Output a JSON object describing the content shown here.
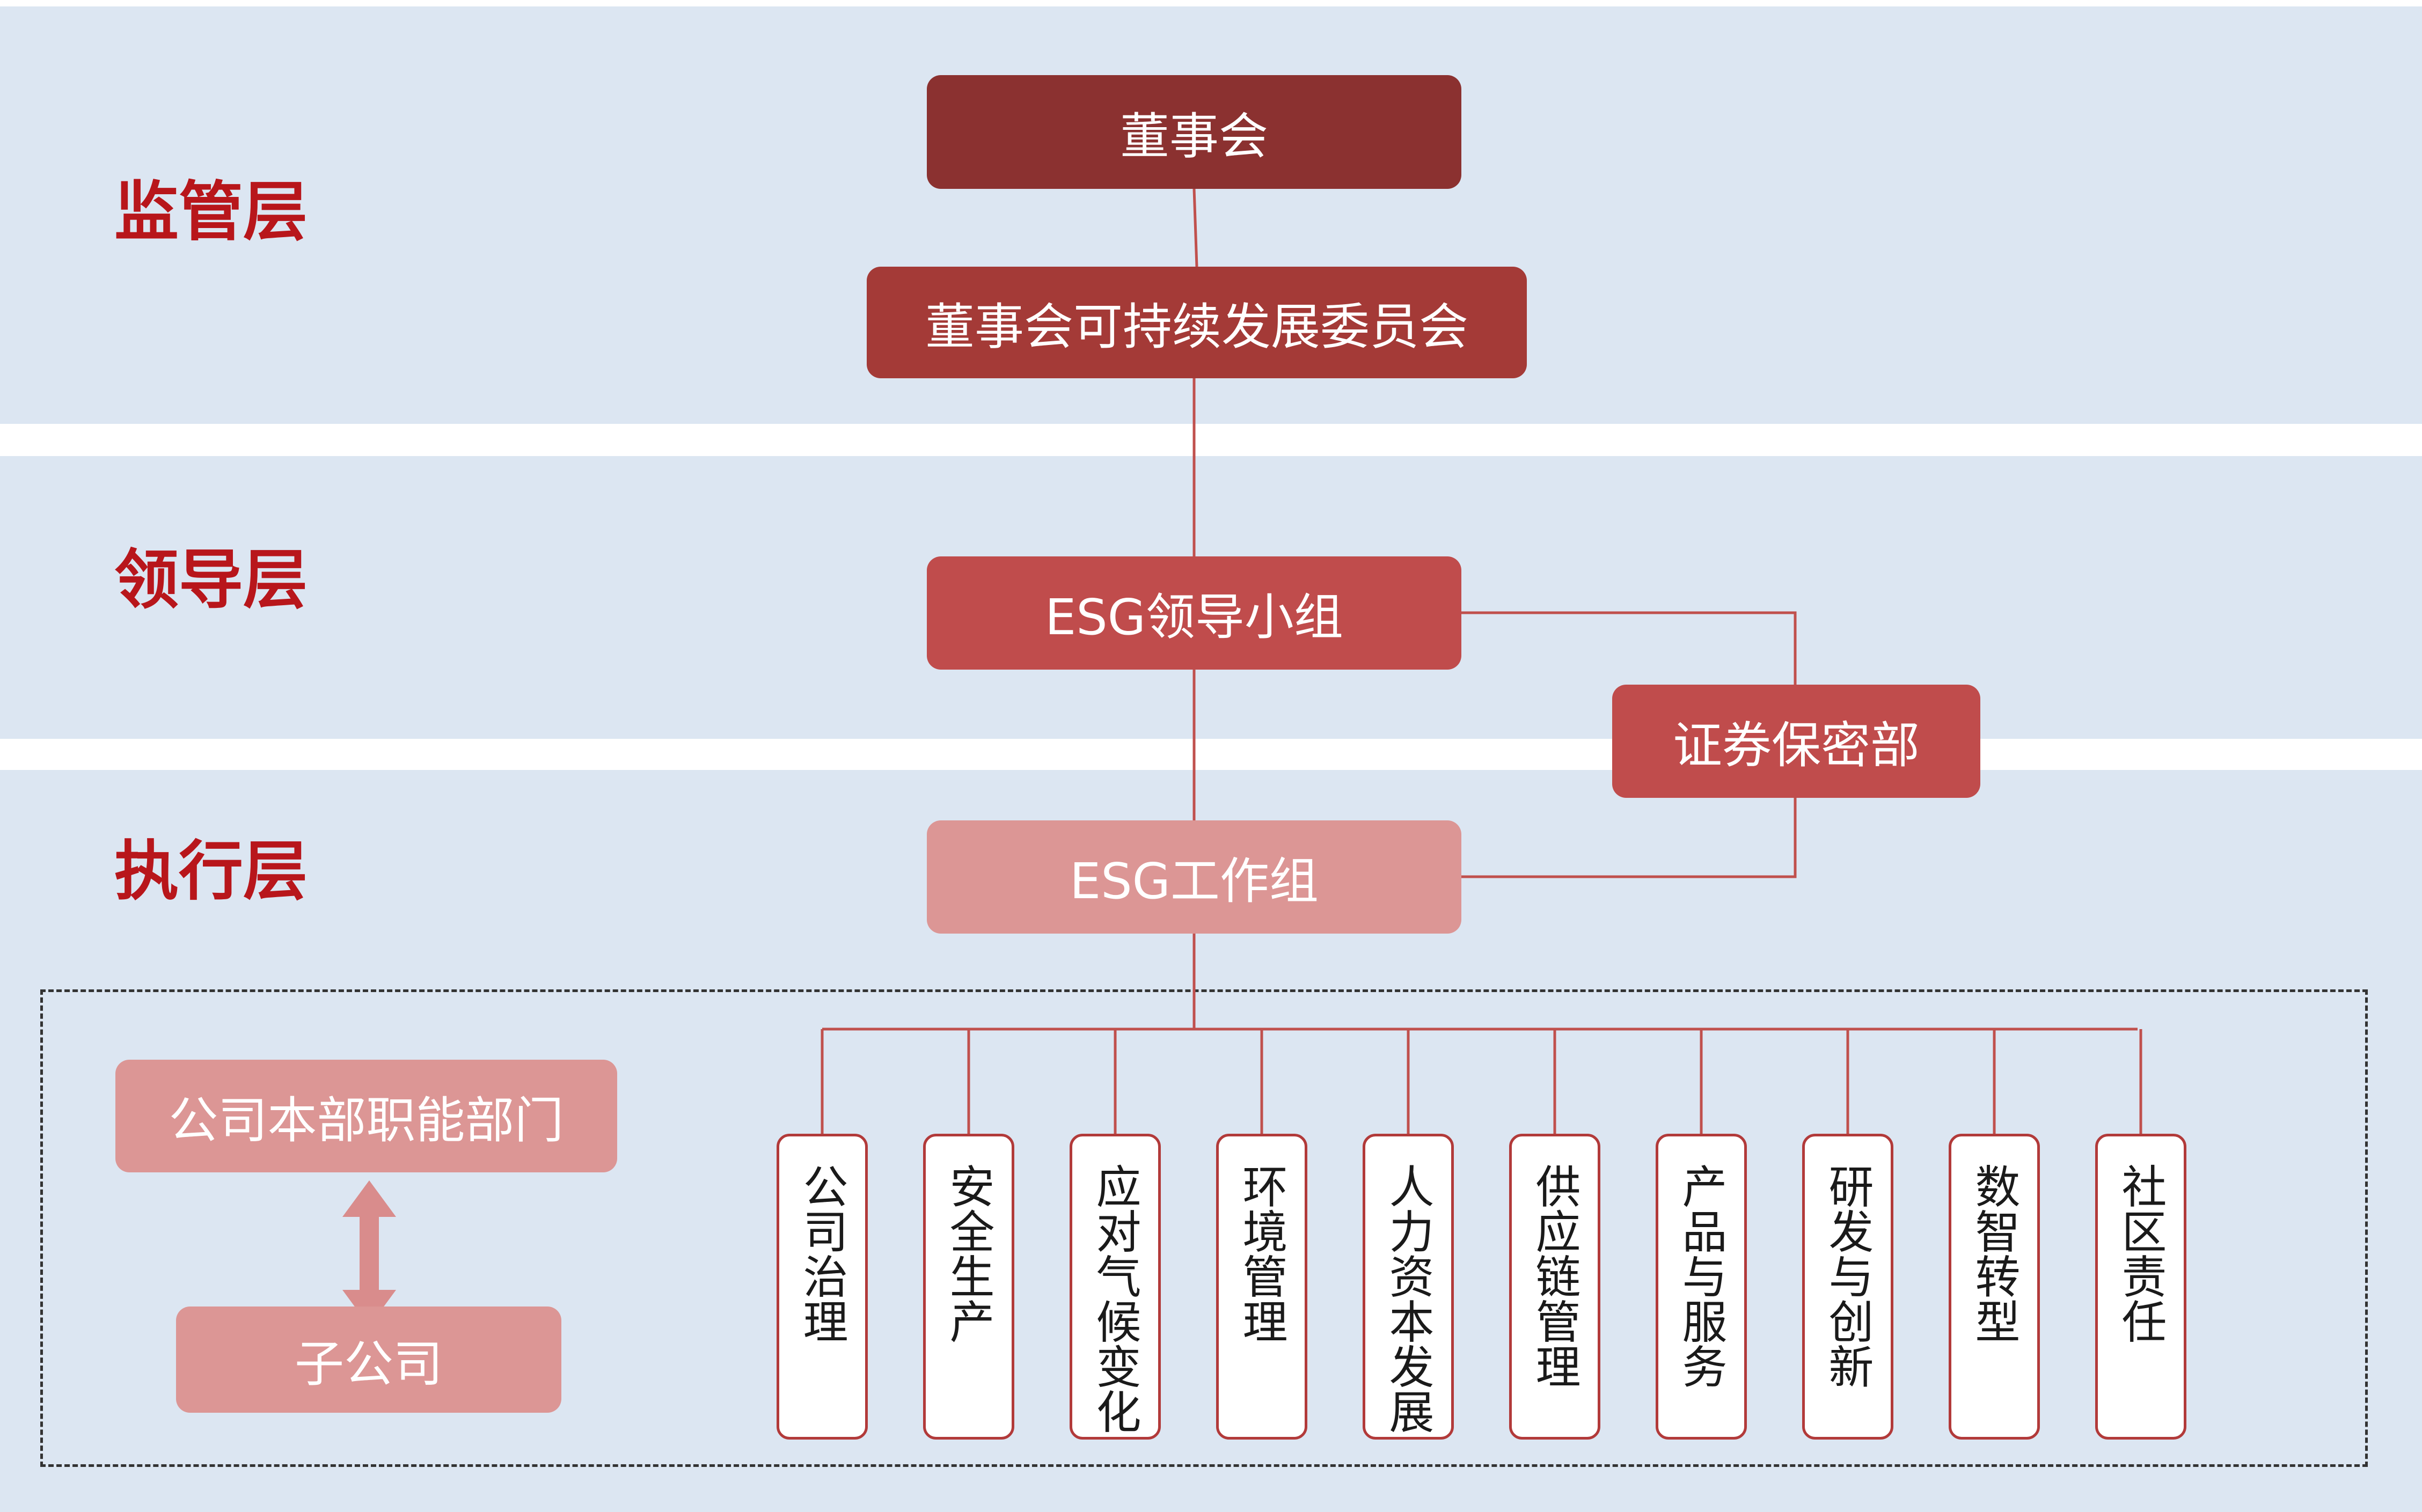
{
  "tiers": {
    "supervision": "监管层",
    "leadership": "领导层",
    "execution": "执行层"
  },
  "nodes": {
    "board": "董事会",
    "sustainability_committee": "董事会可持续发展委员会",
    "esg_leading_group": "ESG领导小组",
    "securities_dept": "证券保密部",
    "esg_working_group": "ESG工作组",
    "hq_departments": "公司本部职能部门",
    "subsidiaries": "子公司"
  },
  "departments": [
    "公司治理",
    "安全生产",
    "应对气候变化",
    "环境管理",
    "人力资本发展",
    "供应链管理",
    "产品与服务",
    "研发与创新",
    "数智转型",
    "社区责任"
  ],
  "colors": {
    "background_band": "#dce6f2",
    "tier_label": "#b8161b",
    "board": "#8b3130",
    "committee": "#a43a37",
    "leading_group": "#c04c4c",
    "working_group": "#dc9695",
    "connector": "#c0504d",
    "arrow": "#d98c8c"
  },
  "icons": {
    "hq_subsidiary_link": "double-arrow-vertical-icon"
  }
}
